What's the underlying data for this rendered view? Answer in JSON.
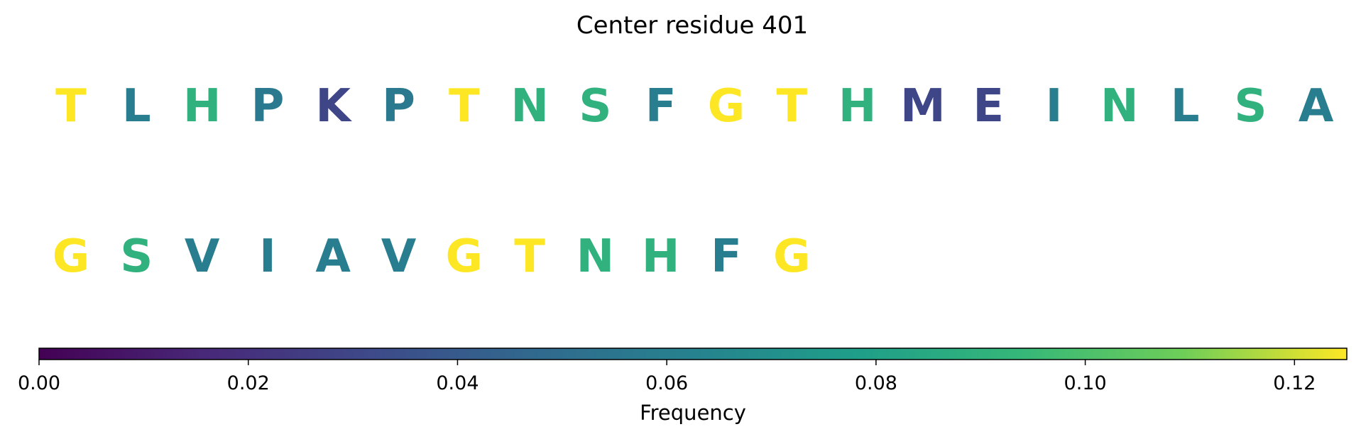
{
  "chart_data": {
    "type": "sequence-logo",
    "title": "Center residue 401",
    "colormap": "viridis",
    "rows": [
      {
        "letters": [
          "T",
          "L",
          "H",
          "P",
          "K",
          "P",
          "T",
          "N",
          "S",
          "F",
          "G",
          "T",
          "H",
          "M",
          "E",
          "I",
          "N",
          "L",
          "S",
          "A"
        ],
        "values": [
          0.125,
          0.06,
          0.09,
          0.057,
          0.03,
          0.057,
          0.125,
          0.09,
          0.09,
          0.06,
          0.125,
          0.125,
          0.09,
          0.03,
          0.03,
          0.06,
          0.09,
          0.06,
          0.09,
          0.06
        ]
      },
      {
        "letters": [
          "G",
          "S",
          "V",
          "I",
          "A",
          "V",
          "G",
          "T",
          "N",
          "H",
          "F",
          "G"
        ],
        "values": [
          0.125,
          0.09,
          0.06,
          0.06,
          0.06,
          0.06,
          0.125,
          0.125,
          0.09,
          0.09,
          0.06,
          0.125
        ]
      }
    ],
    "colorbar": {
      "label": "Frequency",
      "range": [
        0.0,
        0.125
      ],
      "ticks": [
        0.0,
        0.02,
        0.04,
        0.06,
        0.08,
        0.1,
        0.12
      ],
      "tick_labels": [
        "0.00",
        "0.02",
        "0.04",
        "0.06",
        "0.08",
        "0.10",
        "0.12"
      ]
    }
  }
}
